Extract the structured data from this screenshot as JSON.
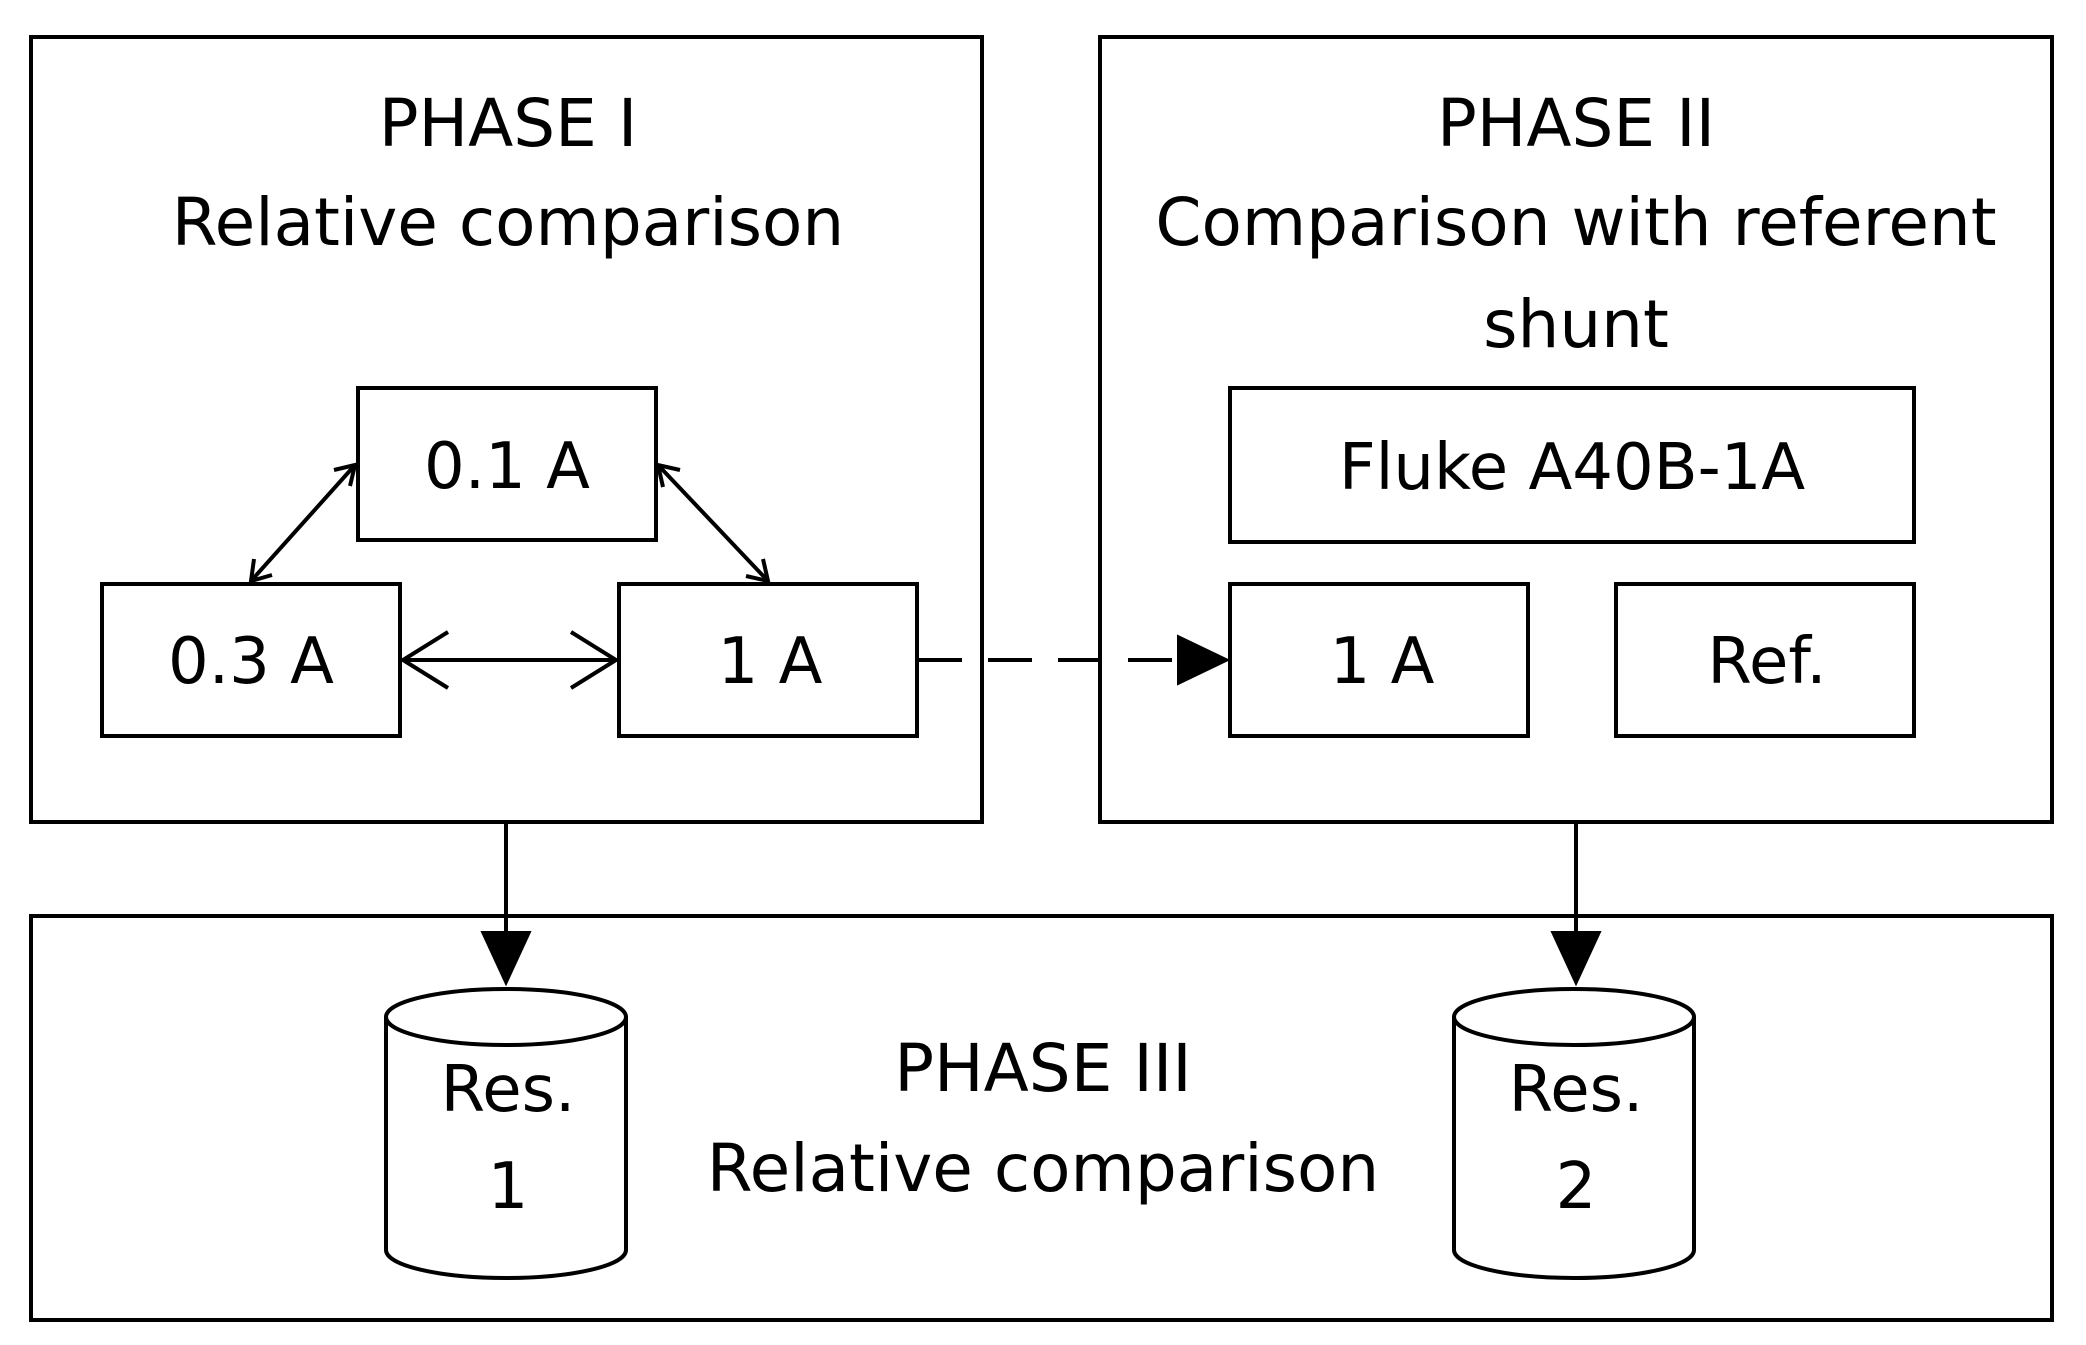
{
  "phase1": {
    "title": "PHASE I",
    "subtitle": "Relative comparison",
    "nodes": {
      "a01": "0.1 A",
      "a03": "0.3 A",
      "a1": "1 A"
    }
  },
  "phase2": {
    "title": "PHASE II",
    "subtitle_line1": "Comparison with referent",
    "subtitle_line2": "shunt",
    "fluke": "Fluke A40B-1A",
    "a1": "1 A",
    "ref": "Ref."
  },
  "phase3": {
    "title": "PHASE III",
    "subtitle": "Relative comparison",
    "res1": {
      "line1": "Res.",
      "line2": "1"
    },
    "res2": {
      "line1": "Res.",
      "line2": "2"
    }
  },
  "colors": {
    "stroke": "#000000",
    "background": "#ffffff"
  }
}
